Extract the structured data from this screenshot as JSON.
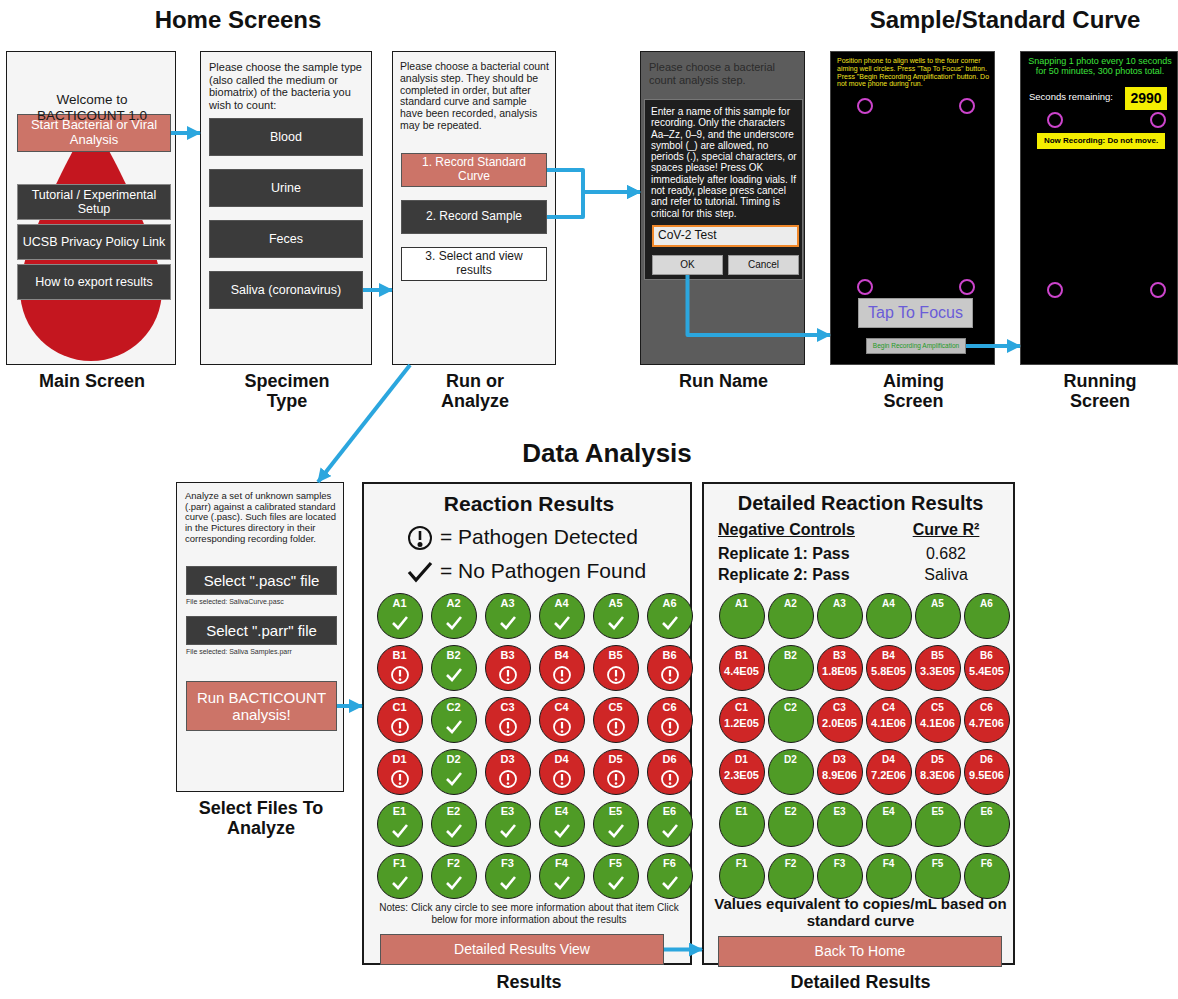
{
  "diagram": {
    "nodes": [
      {
        "text": [
          "Welcome to BACTICOUNT 1.0",
          "Main Screen"
        ]
      },
      {
        "text": [
          "Start Bacterial or Viral Analysis"
        ],
        "in": 0
      },
      {
        "text": [
          "Tutorial / Experimental Setup"
        ],
        "in": 0
      },
      {
        "text": [
          "UCSB Privacy Policy Link"
        ],
        "in": 0
      },
      {
        "text": [
          "How to export results"
        ],
        "in": 0
      },
      {
        "text": [
          "Please choose the sample type (also called the medium or biomatrix) of the bacteria you wish to count:",
          "Specimen Type"
        ]
      },
      {
        "text": [
          "Blood"
        ],
        "in": 5
      },
      {
        "text": [
          "Urine"
        ],
        "in": 5
      },
      {
        "text": [
          "Feces"
        ],
        "in": 5
      },
      {
        "text": [
          "Saliva (coronavirus)"
        ],
        "in": 5
      },
      {
        "text": [
          "Please choose a bacterial count analysis step. They should be completed in order, but after standard curve and sample have been recorded, analysis may be repeated.",
          "Run or Analyze"
        ]
      },
      {
        "text": [
          "1. Record Standard Curve"
        ],
        "in": 10
      },
      {
        "text": [
          "2. Record Sample"
        ],
        "in": 10
      },
      {
        "text": [
          "3. Select and view results"
        ],
        "in": 10
      },
      {
        "text": [
          "Please choose a bacterial count analysis step.",
          "Run Name"
        ]
      },
      {
        "text": [
          "Enter a name of this sample for recording. Only the characters Aa–Zz, 0–9, and the underscore symbol (_) are allowed, no periods (.), special characters, or spaces please! Press OK immediately after loading vials. If not ready, please press cancel and refer to tutorial. Timing is critical for this step."
        ],
        "in": 14
      },
      {
        "text": [
          "CoV-2 Test"
        ],
        "in": 15
      },
      {
        "text": [
          "OK"
        ],
        "in": 15
      },
      {
        "text": [
          "Cancel"
        ],
        "in": 15
      },
      {
        "text": [
          "Position phone to align wells to the four corner aiming well circles. Press \"Tap To Focus\" button. Press \"Begin Recording Amplification\" button. Do not move phone during run.",
          "Aiming Screen"
        ]
      },
      {
        "text": [
          "Tap To Focus"
        ],
        "in": 19
      },
      {
        "text": [
          "Begin Recording Amplification"
        ],
        "in": 19
      },
      {
        "text": [
          "Snapping 1 photo every 10 seconds for 50 minutes, 300 photos total.",
          "Seconds remaining:",
          "Running Screen"
        ]
      },
      {
        "text": [
          "2990"
        ],
        "in": 22
      },
      {
        "text": [
          "Now Recording: Do not move."
        ],
        "in": 22
      },
      {
        "text": [
          "Analyze a set of unknown samples (.parr) against a calibrated standard curve (.pasc). Such files are located in the Pictures directory in their corresponding recording folder.",
          "File selected: SalivaCurve.pasc",
          "File selected: Saliva Samples.parr",
          "Select Files To Analyze"
        ]
      },
      {
        "text": [
          "Select \".pasc\" file"
        ],
        "in": 25
      },
      {
        "text": [
          "Select \".parr\" file"
        ],
        "in": 25
      },
      {
        "text": [
          "Run BACTICOUNT analysis!"
        ],
        "in": 25
      },
      {
        "text": [
          "Reaction Results",
          "Notes: Click any circle to see more information about that item Click below for more information about the results",
          "Results"
        ]
      },
      {
        "text": [
          "A1"
        ],
        "in": 29
      },
      {
        "text": [
          "A2"
        ],
        "in": 29
      },
      {
        "text": [
          "A3"
        ],
        "in": 29
      },
      {
        "text": [
          "A4"
        ],
        "in": 29
      },
      {
        "text": [
          "A5"
        ],
        "in": 29
      },
      {
        "text": [
          "A6"
        ],
        "in": 29
      },
      {
        "text": [
          "B1"
        ],
        "in": 29
      },
      {
        "text": [
          "B2"
        ],
        "in": 29
      },
      {
        "text": [
          "B3"
        ],
        "in": 29
      },
      {
        "text": [
          "B4"
        ],
        "in": 29
      },
      {
        "text": [
          "B5"
        ],
        "in": 29
      },
      {
        "text": [
          "B6"
        ],
        "in": 29
      },
      {
        "text": [
          "C1"
        ],
        "in": 29
      },
      {
        "text": [
          "C2"
        ],
        "in": 29
      },
      {
        "text": [
          "C3"
        ],
        "in": 29
      },
      {
        "text": [
          "C4"
        ],
        "in": 29
      },
      {
        "text": [
          "C5"
        ],
        "in": 29
      },
      {
        "text": [
          "C6"
        ],
        "in": 29
      },
      {
        "text": [
          "D1"
        ],
        "in": 29
      },
      {
        "text": [
          "D2"
        ],
        "in": 29
      },
      {
        "text": [
          "D3"
        ],
        "in": 29
      },
      {
        "text": [
          "D4"
        ],
        "in": 29
      },
      {
        "text": [
          "D5"
        ],
        "in": 29
      },
      {
        "text": [
          "D6"
        ],
        "in": 29
      },
      {
        "text": [
          "E1"
        ],
        "in": 29
      },
      {
        "text": [
          "E2"
        ],
        "in": 29
      },
      {
        "text": [
          "E3"
        ],
        "in": 29
      },
      {
        "text": [
          "E4"
        ],
        "in": 29
      },
      {
        "text": [
          "E5"
        ],
        "in": 29
      },
      {
        "text": [
          "E6"
        ],
        "in": 29
      },
      {
        "text": [
          "F1"
        ],
        "in": 29
      },
      {
        "text": [
          "F2"
        ],
        "in": 29
      },
      {
        "text": [
          "F3"
        ],
        "in": 29
      },
      {
        "text": [
          "F4"
        ],
        "in": 29
      },
      {
        "text": [
          "F5"
        ],
        "in": 29
      },
      {
        "text": [
          "F6"
        ],
        "in": 29
      },
      {
        "text": [
          "Detailed Results View"
        ],
        "in": 29
      },
      {
        "text": [
          "Detailed Reaction Results",
          "Negative Controls",
          "Curve R²",
          "Replicate 1: Pass",
          "0.682",
          "Replicate 2: Pass",
          "Saliva",
          "Values equivalent to copies/mL based on standard curve",
          "Detailed Results"
        ]
      },
      {
        "text": [
          "A1"
        ],
        "in": 67
      },
      {
        "text": [
          "A2"
        ],
        "in": 67
      },
      {
        "text": [
          "A3"
        ],
        "in": 67
      },
      {
        "text": [
          "A4"
        ],
        "in": 67
      },
      {
        "text": [
          "A5"
        ],
        "in": 67
      },
      {
        "text": [
          "A6"
        ],
        "in": 67
      },
      {
        "text": [
          "B1",
          "4.4E05"
        ],
        "in": 67
      },
      {
        "text": [
          "B2"
        ],
        "in": 67
      },
      {
        "text": [
          "B3",
          "1.8E05"
        ],
        "in": 67
      },
      {
        "text": [
          "B4",
          "5.8E05"
        ],
        "in": 67
      },
      {
        "text": [
          "B5",
          "3.3E05"
        ],
        "in": 67
      },
      {
        "text": [
          "B6",
          "5.4E05"
        ],
        "in": 67
      },
      {
        "text": [
          "C1",
          "1.2E05"
        ],
        "in": 67
      },
      {
        "text": [
          "C2"
        ],
        "in": 67
      },
      {
        "text": [
          "C3",
          "2.0E05"
        ],
        "in": 67
      },
      {
        "text": [
          "C4",
          "4.1E06"
        ],
        "in": 67
      },
      {
        "text": [
          "C5",
          "4.1E06"
        ],
        "in": 67
      },
      {
        "text": [
          "C6",
          "4.7E06"
        ],
        "in": 67
      },
      {
        "text": [
          "D1",
          "2.3E05"
        ],
        "in": 67
      },
      {
        "text": [
          "D2"
        ],
        "in": 67
      },
      {
        "text": [
          "D3",
          "8.9E06"
        ],
        "in": 67
      },
      {
        "text": [
          "D4",
          "7.2E06"
        ],
        "in": 67
      },
      {
        "text": [
          "D5",
          "8.3E06"
        ],
        "in": 67
      },
      {
        "text": [
          "D6",
          "9.5E06"
        ],
        "in": 67
      },
      {
        "text": [
          "E1"
        ],
        "in": 67
      },
      {
        "text": [
          "E2"
        ],
        "in": 67
      },
      {
        "text": [
          "E3"
        ],
        "in": 67
      },
      {
        "text": [
          "E4"
        ],
        "in": 67
      },
      {
        "text": [
          "E5"
        ],
        "in": 67
      },
      {
        "text": [
          "E6"
        ],
        "in": 67
      },
      {
        "text": [
          "F1"
        ],
        "in": 67
      },
      {
        "text": [
          "F2"
        ],
        "in": 67
      },
      {
        "text": [
          "F3"
        ],
        "in": 67
      },
      {
        "text": [
          "F4"
        ],
        "in": 67
      },
      {
        "text": [
          "F5"
        ],
        "in": 67
      },
      {
        "text": [
          "F6"
        ],
        "in": 67
      },
      {
        "text": [
          "Back To Home"
        ],
        "in": 67
      }
    ],
    "edges": [
      {
        "from": 1,
        "to": 5,
        "arrow": "to"
      },
      {
        "from": 9,
        "to": 10,
        "arrow": "to"
      },
      {
        "from": 11,
        "to": 14,
        "arrow": "to"
      },
      {
        "from": 12,
        "to": 14,
        "arrow": "to"
      },
      {
        "from": 17,
        "to": 19,
        "arrow": "to"
      },
      {
        "from": 21,
        "to": 22,
        "arrow": "to"
      },
      {
        "from": 10,
        "to": 25,
        "arrow": "to"
      },
      {
        "from": 28,
        "to": 29,
        "arrow": "to"
      },
      {
        "from": 66,
        "to": 67,
        "arrow": "to"
      }
    ],
    "labels": [
      "Home Screens",
      "Sample/Standard Curve",
      "Data Analysis"
    ],
    "legend": [
      {
        "text": "= Pathogen Detected"
      },
      {
        "text": "= No Pathogen Found"
      }
    ]
  }
}
